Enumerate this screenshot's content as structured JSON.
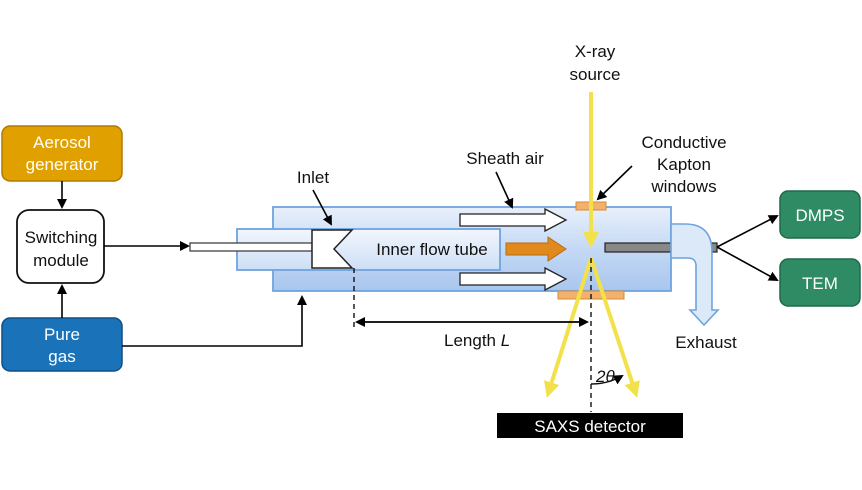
{
  "labels": {
    "aerosol_generator": [
      "Aerosol",
      "generator"
    ],
    "switching_module": [
      "Switching",
      "module"
    ],
    "pure_gas": [
      "Pure",
      "gas"
    ],
    "inlet": "Inlet",
    "sheath_air": "Sheath air",
    "inner_flow_tube": "Inner flow tube",
    "xray_source": [
      "X-ray",
      "source"
    ],
    "kapton_windows": [
      "Conductive",
      "Kapton",
      "windows"
    ],
    "dmps": "DMPS",
    "tem": "TEM",
    "exhaust": "Exhaust",
    "length": "Length ",
    "length_symbol": "L",
    "angle": "2θ",
    "saxs_detector": "SAXS detector"
  },
  "colors": {
    "aerosol_box": "#e0a000",
    "pure_gas_box": "#1a72b8",
    "dmps_tem_box": "#2e8b63",
    "tube_fill": "#cfe0f7",
    "tube_stroke": "#6fa3e0",
    "xray_beam": "#f2e14a",
    "kapton": "#f2b26b",
    "flow_arrow": "#e08a1e",
    "detector_bar": "#000000"
  }
}
